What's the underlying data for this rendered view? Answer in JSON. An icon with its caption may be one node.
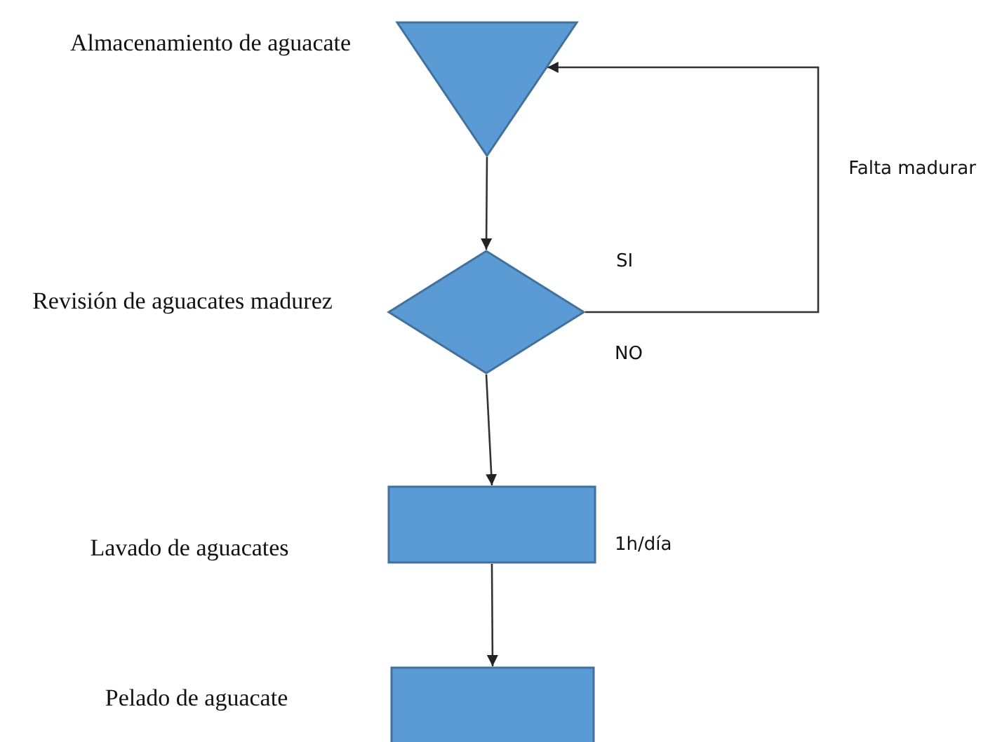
{
  "diagram": {
    "nodes": [
      {
        "text": [
          "Almacenamiento de aguacate"
        ]
      },
      {
        "text": [
          "Revisión de aguacates madurez"
        ]
      },
      {
        "text": [
          "Lavado de aguacates"
        ],
        "beside": [
          "1h/día"
        ]
      },
      {
        "text": [
          "Pelado de aguacate"
        ]
      }
    ],
    "edges": [
      {
        "from": 0,
        "to": 1,
        "arrow": "to"
      },
      {
        "from": 1,
        "to": 0,
        "arrow": "to"
      },
      {
        "from": 1,
        "to": 2,
        "arrow": "to"
      },
      {
        "from": 2,
        "to": 3,
        "arrow": "to"
      }
    ],
    "labels": [
      "Falta madurar",
      "SI",
      "NO"
    ]
  }
}
